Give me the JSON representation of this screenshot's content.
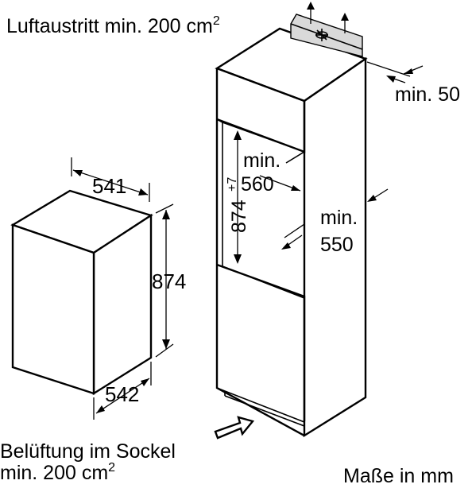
{
  "labels": {
    "air_outlet": "Luftaustritt min. 200 cm",
    "air_outlet_sup": "2",
    "min_50": "min. 50",
    "niche_min": "min.",
    "niche_560": "560",
    "niche_height": "874",
    "niche_height_tol": "+7",
    "depth_min": "min.",
    "depth_550": "550",
    "width_541": "541",
    "height_874": "874",
    "depth_542": "542",
    "base_vent_line1": "Belüftung im Sockel",
    "base_vent_line2": "min. 200 cm",
    "base_vent_sup": "2",
    "units": "Maße in mm"
  },
  "icons": {
    "fan": "fan-icon",
    "airflow": "arrow-icon"
  },
  "colors": {
    "line": "#000000",
    "background": "#ffffff",
    "vent_grille": "#d9d9d9"
  }
}
